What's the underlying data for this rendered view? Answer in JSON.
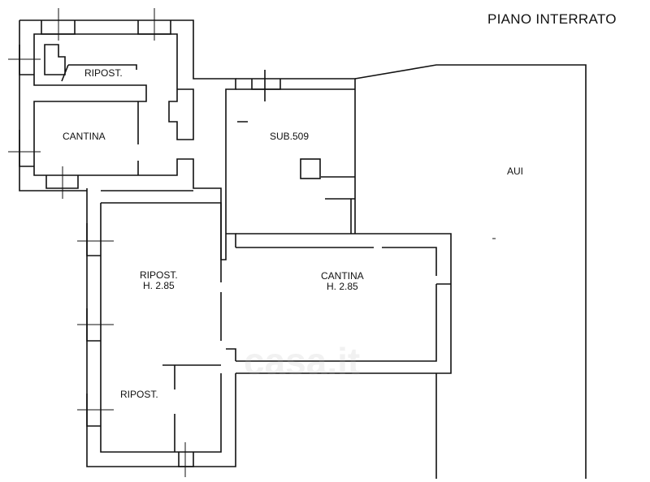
{
  "title": "PIANO INTERRATO",
  "rooms": [
    {
      "name": "RIPOST."
    },
    {
      "name": "CANTINA"
    },
    {
      "name": "SUB.509"
    },
    {
      "name": "AUI"
    },
    {
      "name": "RIPOST.",
      "height": "H. 2.85"
    },
    {
      "name": "CANTINA",
      "height": "H. 2.85"
    },
    {
      "name": "RIPOST."
    }
  ],
  "watermark": "casa.it"
}
